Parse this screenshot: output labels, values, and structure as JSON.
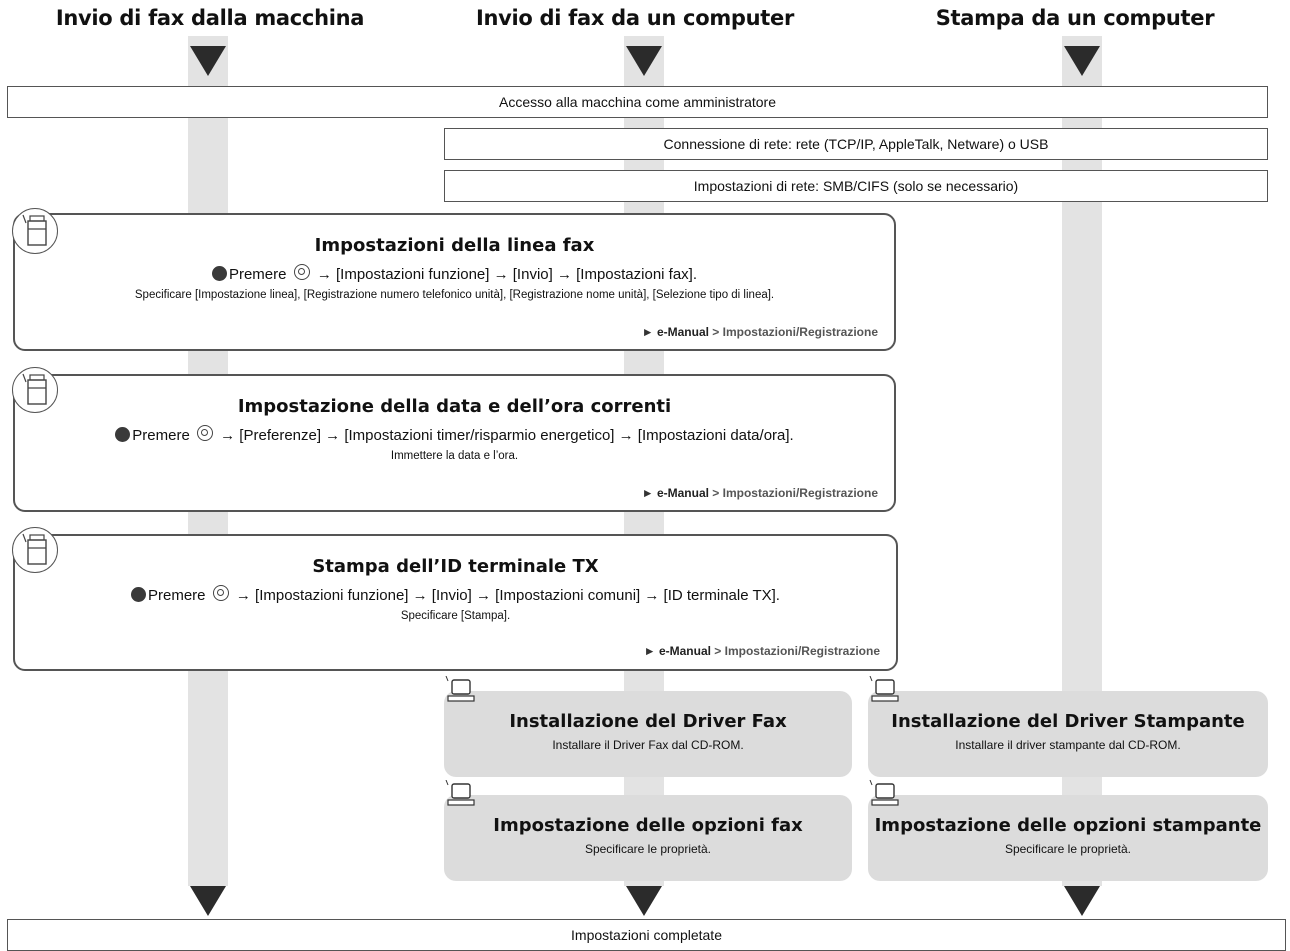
{
  "columns": {
    "machine_title": "Invio di fax dalla macchina",
    "pc_fax_title": "Invio di fax da un computer",
    "pc_print_title": "Stampa da un computer"
  },
  "bars": {
    "admin": "Accesso alla macchina come amministratore",
    "network": "Connessione di rete: rete (TCP/IP, AppleTalk, Netware) o USB",
    "smb": "Impostazioni di rete: SMB/CIFS (solo se necessario)",
    "done": "Impostazioni completate"
  },
  "steps": [
    {
      "title": "Impostazioni della linea fax",
      "premere": "Premere",
      "main_rest": "→ [Impostazioni funzione] → [Invio] → [Impostazioni fax].",
      "sub": "Specificare [Impostazione linea], [Registrazione numero telefonico unità], [Registrazione nome unità], [Selezione tipo di linea].",
      "ref_arrow": "►",
      "ref_manual": "e-Manual",
      "ref_path": "> Impostazioni/Registrazione"
    },
    {
      "title": "Impostazione della data e dell’ora correnti",
      "premere": "Premere",
      "main_rest": "→ [Preferenze] → [Impostazioni timer/risparmio energetico] → [Impostazioni data/ora].",
      "sub": "Immettere la data e l’ora.",
      "ref_arrow": "►",
      "ref_manual": "e-Manual",
      "ref_path": "> Impostazioni/Registrazione"
    },
    {
      "title": "Stampa dell’ID terminale TX",
      "premere": "Premere",
      "main_rest": "→ [Impostazioni funzione] → [Invio] → [Impostazioni comuni] → [ID terminale TX].",
      "sub": "Specificare [Stampa].",
      "ref_arrow": "►",
      "ref_manual": "e-Manual",
      "ref_path": "> Impostazioni/Registrazione"
    }
  ],
  "pc_steps": {
    "fax_driver": {
      "title": "Installazione del Driver Fax",
      "sub": "Installare il Driver Fax dal CD-ROM."
    },
    "print_driver": {
      "title": "Installazione del Driver Stampante",
      "sub": "Installare il driver stampante dal CD-ROM."
    },
    "fax_options": {
      "title": "Impostazione delle opzioni fax",
      "sub": "Specificare le proprietà."
    },
    "print_options": {
      "title": "Impostazione delle opzioni stampante",
      "sub": "Specificare le proprietà."
    }
  },
  "icons": {
    "machine": "multifunction-printer-icon",
    "computer": "computer-icon",
    "button": "settings-button-icon",
    "flow_arrow": "down-triangle-icon"
  },
  "colors": {
    "lane": "#e3e3e3",
    "gray_box": "#dcdcdc",
    "border": "#555555",
    "arrow": "#2b2b2b"
  }
}
